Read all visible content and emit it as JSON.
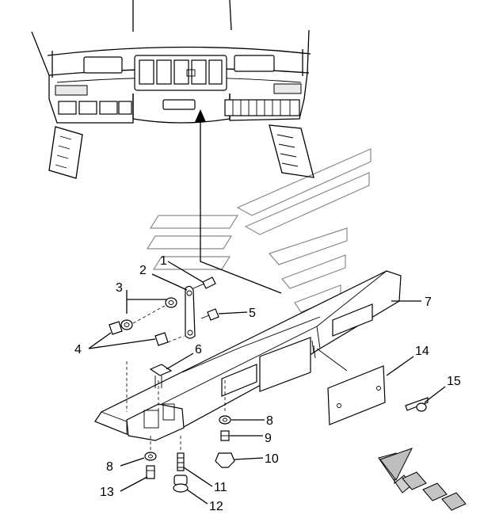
{
  "diagram": {
    "callouts": {
      "c1": "1",
      "c2": "2",
      "c3": "3",
      "c4": "4",
      "c5": "5",
      "c6": "6",
      "c7": "7",
      "c8a": "8",
      "c8b": "8",
      "c9": "9",
      "c10": "10",
      "c11": "11",
      "c12": "12",
      "c13": "13",
      "c14": "14",
      "c15": "15"
    }
  },
  "icons": {
    "direction": "view-direction-arrow-icon",
    "watermark": "logo-watermark-icon"
  }
}
